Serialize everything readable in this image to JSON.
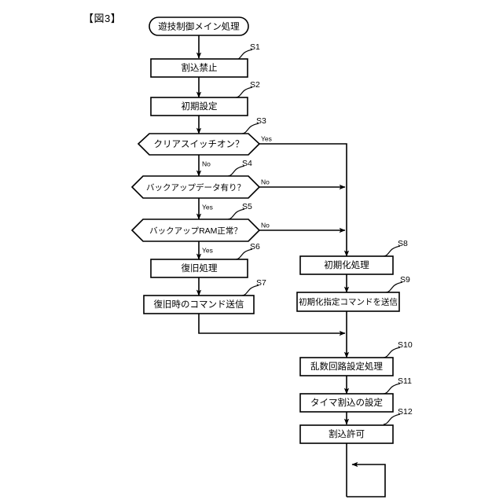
{
  "figure": {
    "label": "【図3】",
    "title": "遊技制御メイン処理"
  },
  "nodes": {
    "start": {
      "text": "遊技制御メイン処理",
      "shape": "terminator"
    },
    "s1": {
      "step": "S1",
      "text": "割込禁止",
      "shape": "process"
    },
    "s2": {
      "step": "S2",
      "text": "初期設定",
      "shape": "process"
    },
    "s3": {
      "step": "S3",
      "text": "クリアスイッチオン？",
      "shape": "decision"
    },
    "s4": {
      "step": "S4",
      "text": "バックアップデータ有り？",
      "shape": "decision"
    },
    "s5": {
      "step": "S5",
      "text": "バックアップRAM正常？",
      "shape": "decision"
    },
    "s6": {
      "step": "S6",
      "text": "復旧処理",
      "shape": "process"
    },
    "s7": {
      "step": "S7",
      "text": "復旧時のコマンド送信",
      "shape": "process"
    },
    "s8": {
      "step": "S8",
      "text": "初期化処理",
      "shape": "process"
    },
    "s9": {
      "step": "S9",
      "text": "初期化指定コマンドを送信",
      "shape": "process"
    },
    "s10": {
      "step": "S10",
      "text": "乱数回路設定処理",
      "shape": "process"
    },
    "s11": {
      "step": "S11",
      "text": "タイマ割込の設定",
      "shape": "process"
    },
    "s12": {
      "step": "S12",
      "text": "割込許可",
      "shape": "process"
    }
  },
  "branches": {
    "s3_yes": "Yes",
    "s3_no": "No",
    "s4_no": "No",
    "s4_yes": "Yes",
    "s5_no": "No",
    "s5_yes": "Yes"
  },
  "colors": {
    "stroke": "#000000",
    "fill": "#ffffff",
    "background": "#ffffff"
  }
}
